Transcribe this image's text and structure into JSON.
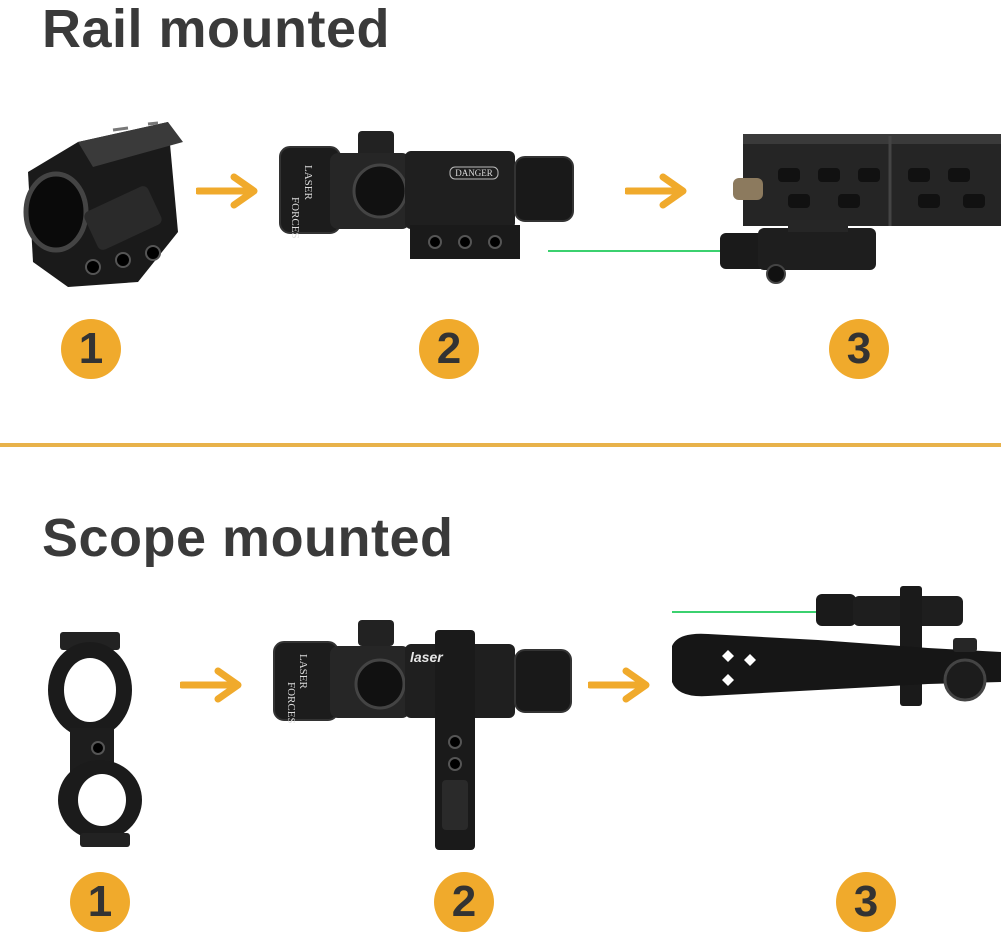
{
  "colors": {
    "accent": "#f0aa2c",
    "divider": "#e8b24a",
    "heading": "#3a3a3a",
    "laser_beam": "#3bd16f",
    "device": "#151515"
  },
  "sections": [
    {
      "title": "Rail mounted",
      "steps": [
        {
          "number": "1",
          "image": "rail-mount-base"
        },
        {
          "number": "2",
          "image": "laser-sight-with-rail-mount",
          "device_label": "LASER",
          "brand_label": "FORCES",
          "warning_label": "DANGER"
        },
        {
          "number": "3",
          "image": "laser-on-handguard-rail"
        }
      ]
    },
    {
      "title": "Scope mounted",
      "steps": [
        {
          "number": "1",
          "image": "scope-ring-mount"
        },
        {
          "number": "2",
          "image": "laser-sight-with-scope-mount",
          "device_label": "LASER",
          "brand_label": "FORCES",
          "body_label": "laser"
        },
        {
          "number": "3",
          "image": "laser-on-rifle-scope"
        }
      ]
    }
  ]
}
